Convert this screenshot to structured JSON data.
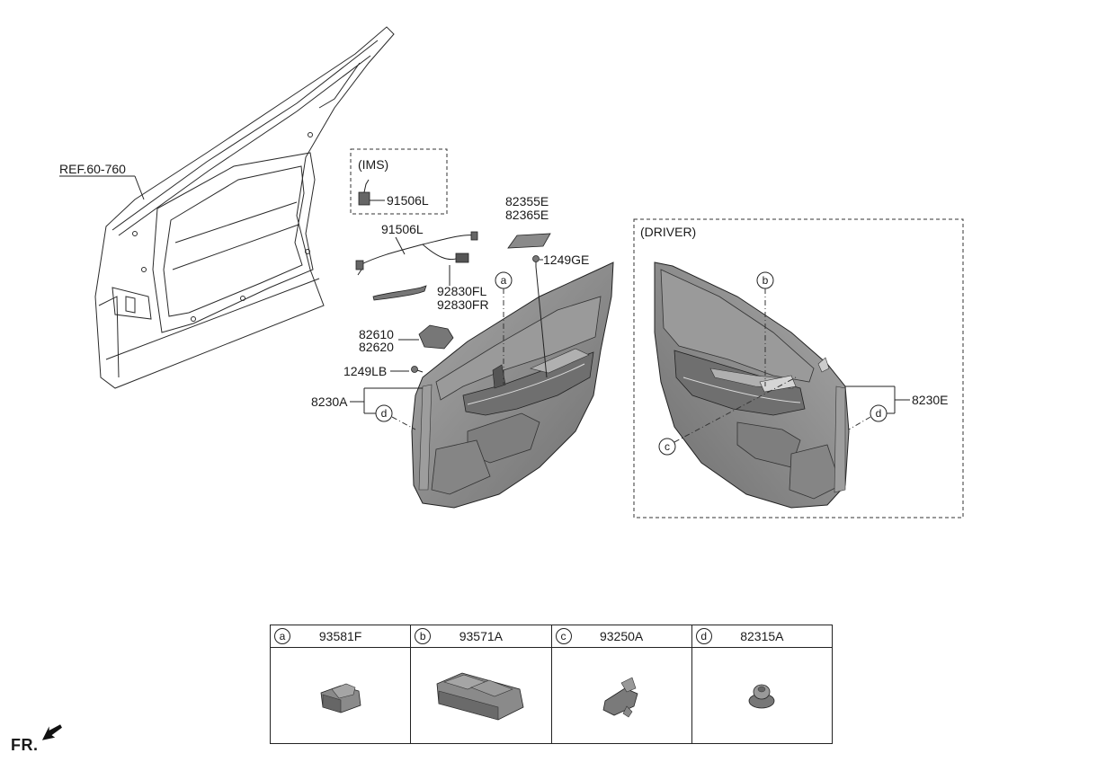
{
  "labels": {
    "ref": "REF.60-760",
    "ims": "(IMS)",
    "ims_part": "91506L",
    "harness": "91506L",
    "handle_l": "92830FL",
    "handle_r": "92830FR",
    "garnish_1": "82355E",
    "garnish_2": "82365E",
    "screw_ge": "1249GE",
    "bracket_1": "82610",
    "bracket_2": "82620",
    "screw_lb": "1249LB",
    "panel_left": "8230A",
    "driver": "(DRIVER)",
    "panel_right": "8230E",
    "callout_a": "a",
    "callout_b": "b",
    "callout_c": "c",
    "callout_d_left": "d",
    "callout_d_right": "d"
  },
  "parts_table": [
    {
      "letter": "a",
      "part": "93581F",
      "icon": "window-switch-single"
    },
    {
      "letter": "b",
      "part": "93571A",
      "icon": "window-switch-master"
    },
    {
      "letter": "c",
      "part": "93250A",
      "icon": "courtesy-switch"
    },
    {
      "letter": "d",
      "part": "82315A",
      "icon": "panel-clip"
    }
  ],
  "footer": {
    "fr": "FR."
  },
  "colors": {
    "line": "#222222",
    "panel_fill": "#8a8a8a",
    "panel_dark": "#6e6e6e",
    "panel_light": "#b5b5b5"
  }
}
